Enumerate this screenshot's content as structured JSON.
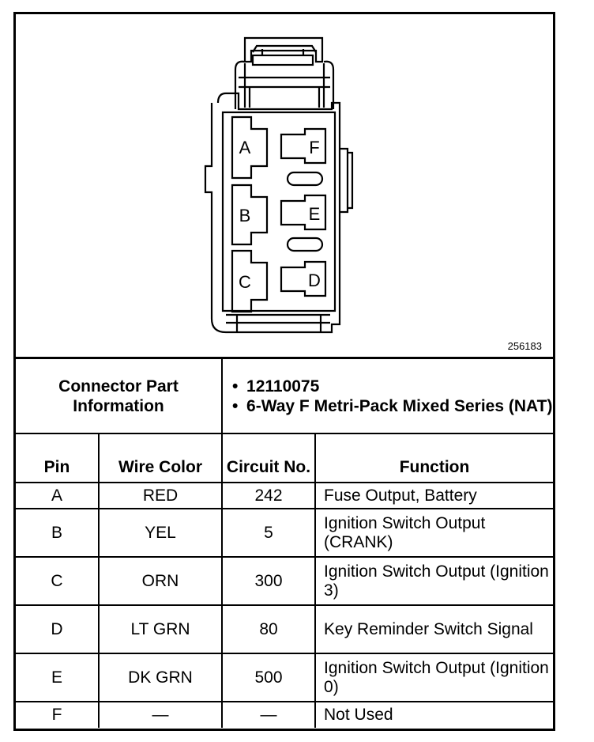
{
  "figure": {
    "id": "256183",
    "pins_left": [
      "A",
      "B",
      "C"
    ],
    "pins_right": [
      "F",
      "E",
      "D"
    ]
  },
  "connector": {
    "label": "Connector Part Information",
    "part_number": "12110075",
    "description": "6-Way F Metri-Pack Mixed Series (NAT)"
  },
  "columns": {
    "pin": "Pin",
    "wire_color": "Wire Color",
    "circuit": "Circuit No.",
    "function": "Function"
  },
  "rows": [
    {
      "pin": "A",
      "wire_color": "RED",
      "circuit": "242",
      "function": "Fuse Output, Battery"
    },
    {
      "pin": "B",
      "wire_color": "YEL",
      "circuit": "5",
      "function": "Ignition Switch Output (CRANK)"
    },
    {
      "pin": "C",
      "wire_color": "ORN",
      "circuit": "300",
      "function": "Ignition Switch Output (Ignition 3)"
    },
    {
      "pin": "D",
      "wire_color": "LT GRN",
      "circuit": "80",
      "function": "Key Reminder Switch Signal"
    },
    {
      "pin": "E",
      "wire_color": "DK GRN",
      "circuit": "500",
      "function": "Ignition Switch Output (Ignition 0)"
    },
    {
      "pin": "F",
      "wire_color": "—",
      "circuit": "—",
      "function": "Not Used"
    }
  ]
}
